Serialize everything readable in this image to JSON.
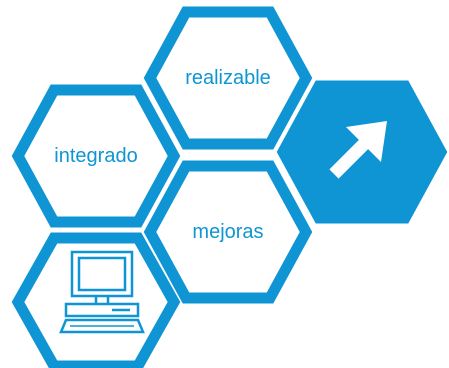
{
  "colors": {
    "accent": "#0f95d3",
    "background": "#ffffff"
  },
  "hexagons": [
    {
      "label": "realizable"
    },
    {
      "label": "integrado"
    },
    {
      "label": "mejoras"
    },
    {
      "icon": "arrow-up-right-icon"
    },
    {
      "icon": "computer-icon"
    }
  ]
}
